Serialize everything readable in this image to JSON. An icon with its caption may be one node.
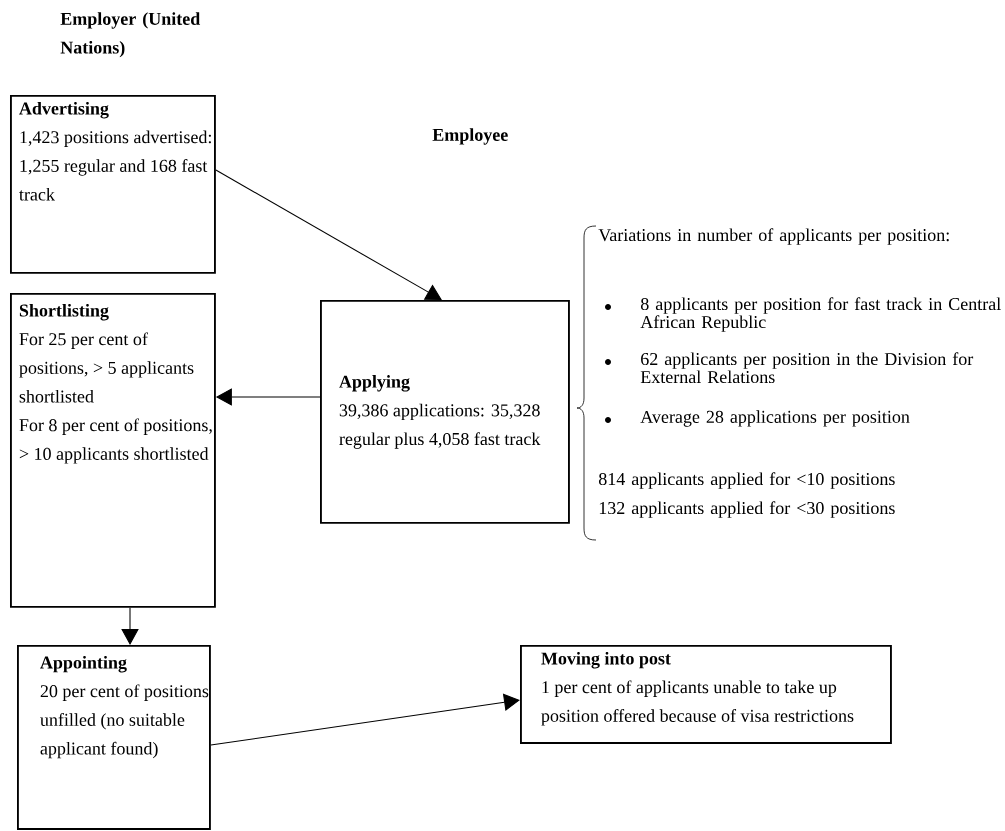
{
  "diagram": {
    "nodes": [
      {
        "text": [
          "Advertising",
          "1,423 positions advertised: 1,255 regular and 168 fast track"
        ]
      },
      {
        "text": [
          "Shortlisting",
          "For 25 per cent of positions, > 5 applicants shortlisted",
          "For 8 per cent of positions, > 10 applicants shortlisted"
        ]
      },
      {
        "text": [
          "Applying",
          "39,386 applications: 35,328 regular plus 4,058 fast track"
        ]
      },
      {
        "text": [
          "Appointing",
          "20 per cent of positions unfilled (no suitable applicant found)"
        ]
      },
      {
        "text": [
          "Moving into post",
          "1 per cent of applicants unable to take up position offered because of visa restrictions"
        ]
      }
    ],
    "edges": [
      {
        "from": 0,
        "to": 2,
        "arrow": "to"
      },
      {
        "from": 2,
        "to": 1,
        "arrow": "to"
      },
      {
        "from": 1,
        "to": 3,
        "arrow": "to"
      },
      {
        "from": 3,
        "to": 4,
        "arrow": "to"
      }
    ],
    "labels": [
      "Employer (United Nations)",
      "Employee",
      "Variations in number of applicants per position:",
      "8 applicants per position for fast track in Central African Republic",
      "62 applicants per position in the Division for External Relations",
      "Average 28 applications per position",
      "814 applicants applied for <10 positions",
      "132 applicants applied for <30 positions"
    ]
  }
}
